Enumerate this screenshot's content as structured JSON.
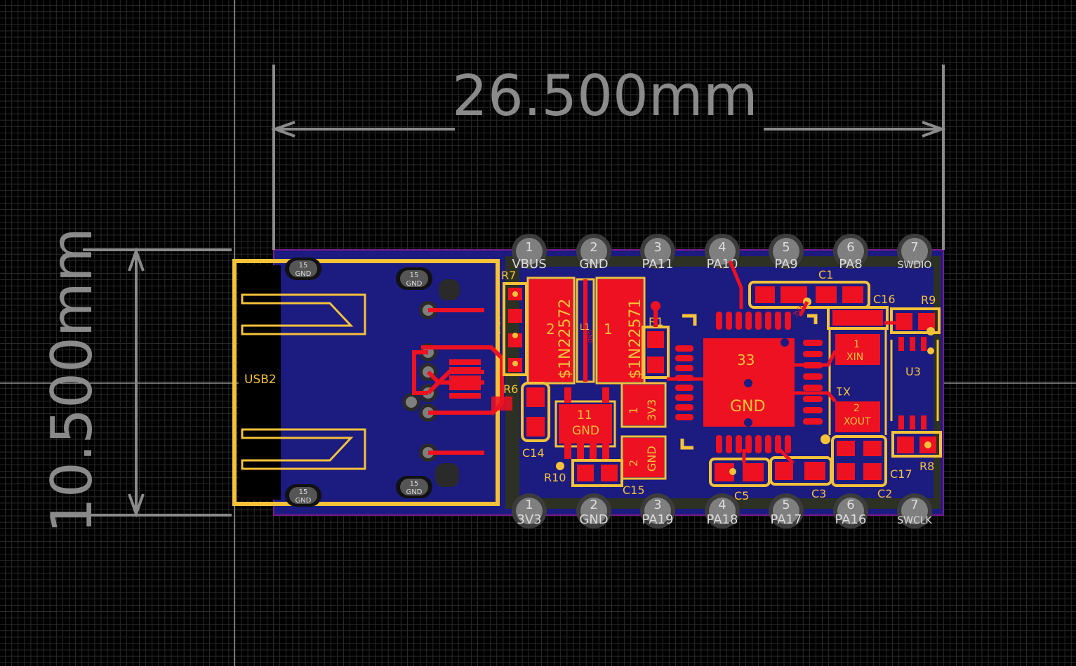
{
  "dimensions": {
    "width_label": "26.500mm",
    "height_label": "10.500mm"
  },
  "colors": {
    "background": "#000000",
    "grid": "#2b2b2b",
    "board": "#1b1b80",
    "outline": "#7a1a8a",
    "silk": "#f5c23a",
    "copper": "#ee1122",
    "pad_gray": "#7f7f7f",
    "dim_line": "#8a8a8a",
    "olive": "#3c3c10"
  },
  "usb": {
    "ref": "USB2",
    "shield_pad": "15",
    "shield_net": "GND"
  },
  "top_pins": [
    {
      "num": "1",
      "net": "VBUS"
    },
    {
      "num": "2",
      "net": "GND"
    },
    {
      "num": "3",
      "net": "PA11"
    },
    {
      "num": "4",
      "net": "PA10"
    },
    {
      "num": "5",
      "net": "PA9"
    },
    {
      "num": "6",
      "net": "PA8"
    },
    {
      "num": "7",
      "net": "SWDIO"
    }
  ],
  "bottom_pins": [
    {
      "num": "1",
      "net": "3V3"
    },
    {
      "num": "2",
      "net": "GND"
    },
    {
      "num": "3",
      "net": "PA19"
    },
    {
      "num": "4",
      "net": "PA18"
    },
    {
      "num": "5",
      "net": "PA17"
    },
    {
      "num": "6",
      "net": "PA16"
    },
    {
      "num": "7",
      "net": "SWCLK"
    }
  ],
  "diodes": [
    {
      "pad": "2",
      "value": "$1N22572"
    },
    {
      "pad": "1",
      "value": "$1N22571"
    }
  ],
  "l1": {
    "ref": "L1",
    "net": "GND"
  },
  "regulator": {
    "tab_pad": "11",
    "tab_net": "GND",
    "pad_3v3": "1",
    "net_3v3": "3V3",
    "pad_gnd": "2",
    "net_gnd": "GND"
  },
  "mcu": {
    "pad": "33",
    "net": "GND"
  },
  "crystal": {
    "ref": "X1",
    "pad1": "1",
    "net1": "XIN",
    "pad2": "2",
    "net2": "XOUT"
  },
  "refs": {
    "r7": "R7",
    "r6": "R6",
    "r1": "R1",
    "r9": "R9",
    "r8": "R8",
    "r10": "R10",
    "c1": "C1",
    "c16": "C16",
    "c14": "C14",
    "c15": "C15",
    "c5": "C5",
    "c3": "C3",
    "c2": "C2",
    "c17": "C17",
    "u3": "U3"
  },
  "small_nets": {
    "vbus": "VBUS",
    "n3v3": "3V3",
    "gnd": "GND"
  }
}
